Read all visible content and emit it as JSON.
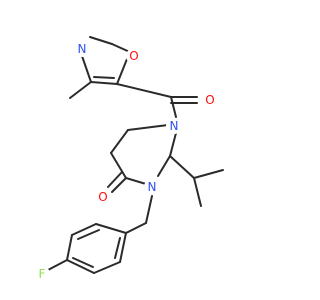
{
  "molecule": {
    "atoms": {
      "oxazole_n": {
        "label": "N",
        "color": "#3050f8"
      },
      "oxazole_o": {
        "label": "O",
        "color": "#ff0d0d"
      },
      "carbonyl_o_top": {
        "label": "O",
        "color": "#ff0d0d"
      },
      "ring_n_top": {
        "label": "N",
        "color": "#3050f8"
      },
      "ring_n_bottom": {
        "label": "N",
        "color": "#3050f8"
      },
      "lactam_o": {
        "label": "O",
        "color": "#ff0d0d"
      },
      "fluorine": {
        "label": "F",
        "color": "#90e050"
      }
    },
    "bond_color": "#2b2b2b"
  }
}
